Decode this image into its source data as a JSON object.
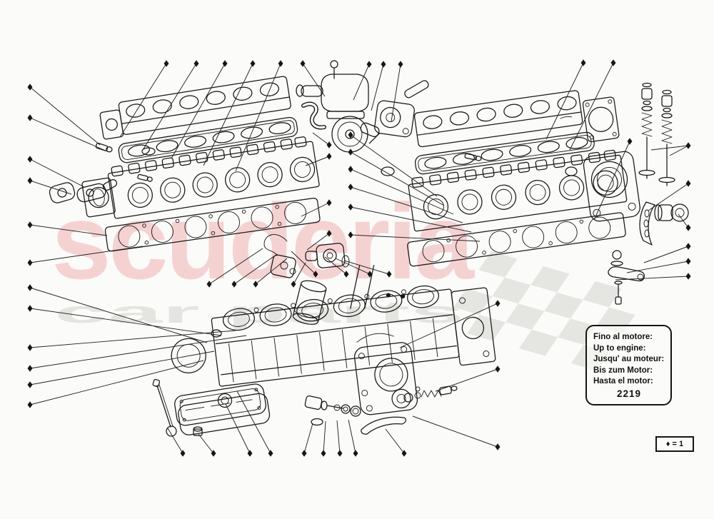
{
  "watermark": {
    "title": "scuderia",
    "subtitle": "car parts"
  },
  "info_box": {
    "lines": [
      "Fino al motore:",
      "Up to engine:",
      "Jusqu' au moteur:",
      "Bis zum Motor:",
      "Hasta el motor:"
    ],
    "engine_number": "2219"
  },
  "legend": {
    "text": "♦ = 1"
  },
  "markers": {
    "symbol": "♦",
    "positions": [
      [
        42,
        122
      ],
      [
        42,
        165
      ],
      [
        42,
        223
      ],
      [
        42,
        253
      ],
      [
        42,
        315
      ],
      [
        42,
        368
      ],
      [
        42,
        403
      ],
      [
        42,
        432
      ],
      [
        42,
        487
      ],
      [
        42,
        516
      ],
      [
        42,
        539
      ],
      [
        42,
        567
      ],
      [
        233,
        89
      ],
      [
        275,
        89
      ],
      [
        315,
        89
      ],
      [
        354,
        89
      ],
      [
        393,
        89
      ],
      [
        424,
        89
      ],
      [
        517,
        90
      ],
      [
        537,
        90
      ],
      [
        561,
        90
      ],
      [
        817,
        88
      ],
      [
        859,
        88
      ],
      [
        882,
        198
      ],
      [
        964,
        204
      ],
      [
        964,
        257
      ],
      [
        964,
        319
      ],
      [
        964,
        345
      ],
      [
        964,
        366
      ],
      [
        964,
        387
      ],
      [
        461,
        203
      ],
      [
        461,
        219
      ],
      [
        461,
        284
      ],
      [
        461,
        327
      ],
      [
        491,
        189
      ],
      [
        491,
        213
      ],
      [
        491,
        237
      ],
      [
        491,
        262
      ],
      [
        491,
        290
      ],
      [
        491,
        329
      ],
      [
        293,
        398
      ],
      [
        328,
        398
      ],
      [
        358,
        398
      ],
      [
        411,
        398
      ],
      [
        442,
        384
      ],
      [
        485,
        384
      ],
      [
        518,
        384
      ],
      [
        545,
        384
      ],
      [
        697,
        425
      ],
      [
        697,
        517
      ],
      [
        697,
        626
      ],
      [
        256,
        635
      ],
      [
        299,
        635
      ],
      [
        350,
        635
      ],
      [
        379,
        635
      ],
      [
        426,
        635
      ],
      [
        453,
        635
      ],
      [
        476,
        635
      ],
      [
        498,
        635
      ],
      [
        566,
        635
      ]
    ]
  },
  "colors": {
    "line": "#161616",
    "watermark_title": "#f5d2d2",
    "watermark_subtitle": "#e4e4e0",
    "flag": "#dededa",
    "background": "#fbfbf9"
  }
}
